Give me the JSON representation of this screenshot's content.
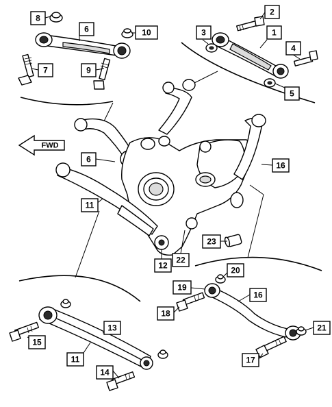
{
  "diagram": {
    "callouts": [
      {
        "id": "c1",
        "label": "1"
      },
      {
        "id": "c2",
        "label": "2"
      },
      {
        "id": "c3",
        "label": "3"
      },
      {
        "id": "c4",
        "label": "4"
      },
      {
        "id": "c5",
        "label": "5"
      },
      {
        "id": "c6a",
        "label": "6"
      },
      {
        "id": "c6b",
        "label": "6"
      },
      {
        "id": "c7",
        "label": "7"
      },
      {
        "id": "c8",
        "label": "8"
      },
      {
        "id": "c9",
        "label": "9"
      },
      {
        "id": "c10",
        "label": "10"
      },
      {
        "id": "c11a",
        "label": "11"
      },
      {
        "id": "c11b",
        "label": "11"
      },
      {
        "id": "c12",
        "label": "12"
      },
      {
        "id": "c13",
        "label": "13"
      },
      {
        "id": "c14",
        "label": "14"
      },
      {
        "id": "c15",
        "label": "15"
      },
      {
        "id": "c16a",
        "label": "16"
      },
      {
        "id": "c16b",
        "label": "16"
      },
      {
        "id": "c17",
        "label": "17"
      },
      {
        "id": "c18",
        "label": "18"
      },
      {
        "id": "c19",
        "label": "19"
      },
      {
        "id": "c20",
        "label": "20"
      },
      {
        "id": "c21",
        "label": "21"
      },
      {
        "id": "c22",
        "label": "22"
      },
      {
        "id": "c23",
        "label": "23"
      }
    ],
    "direction_arrow": {
      "label": "FWD"
    }
  }
}
